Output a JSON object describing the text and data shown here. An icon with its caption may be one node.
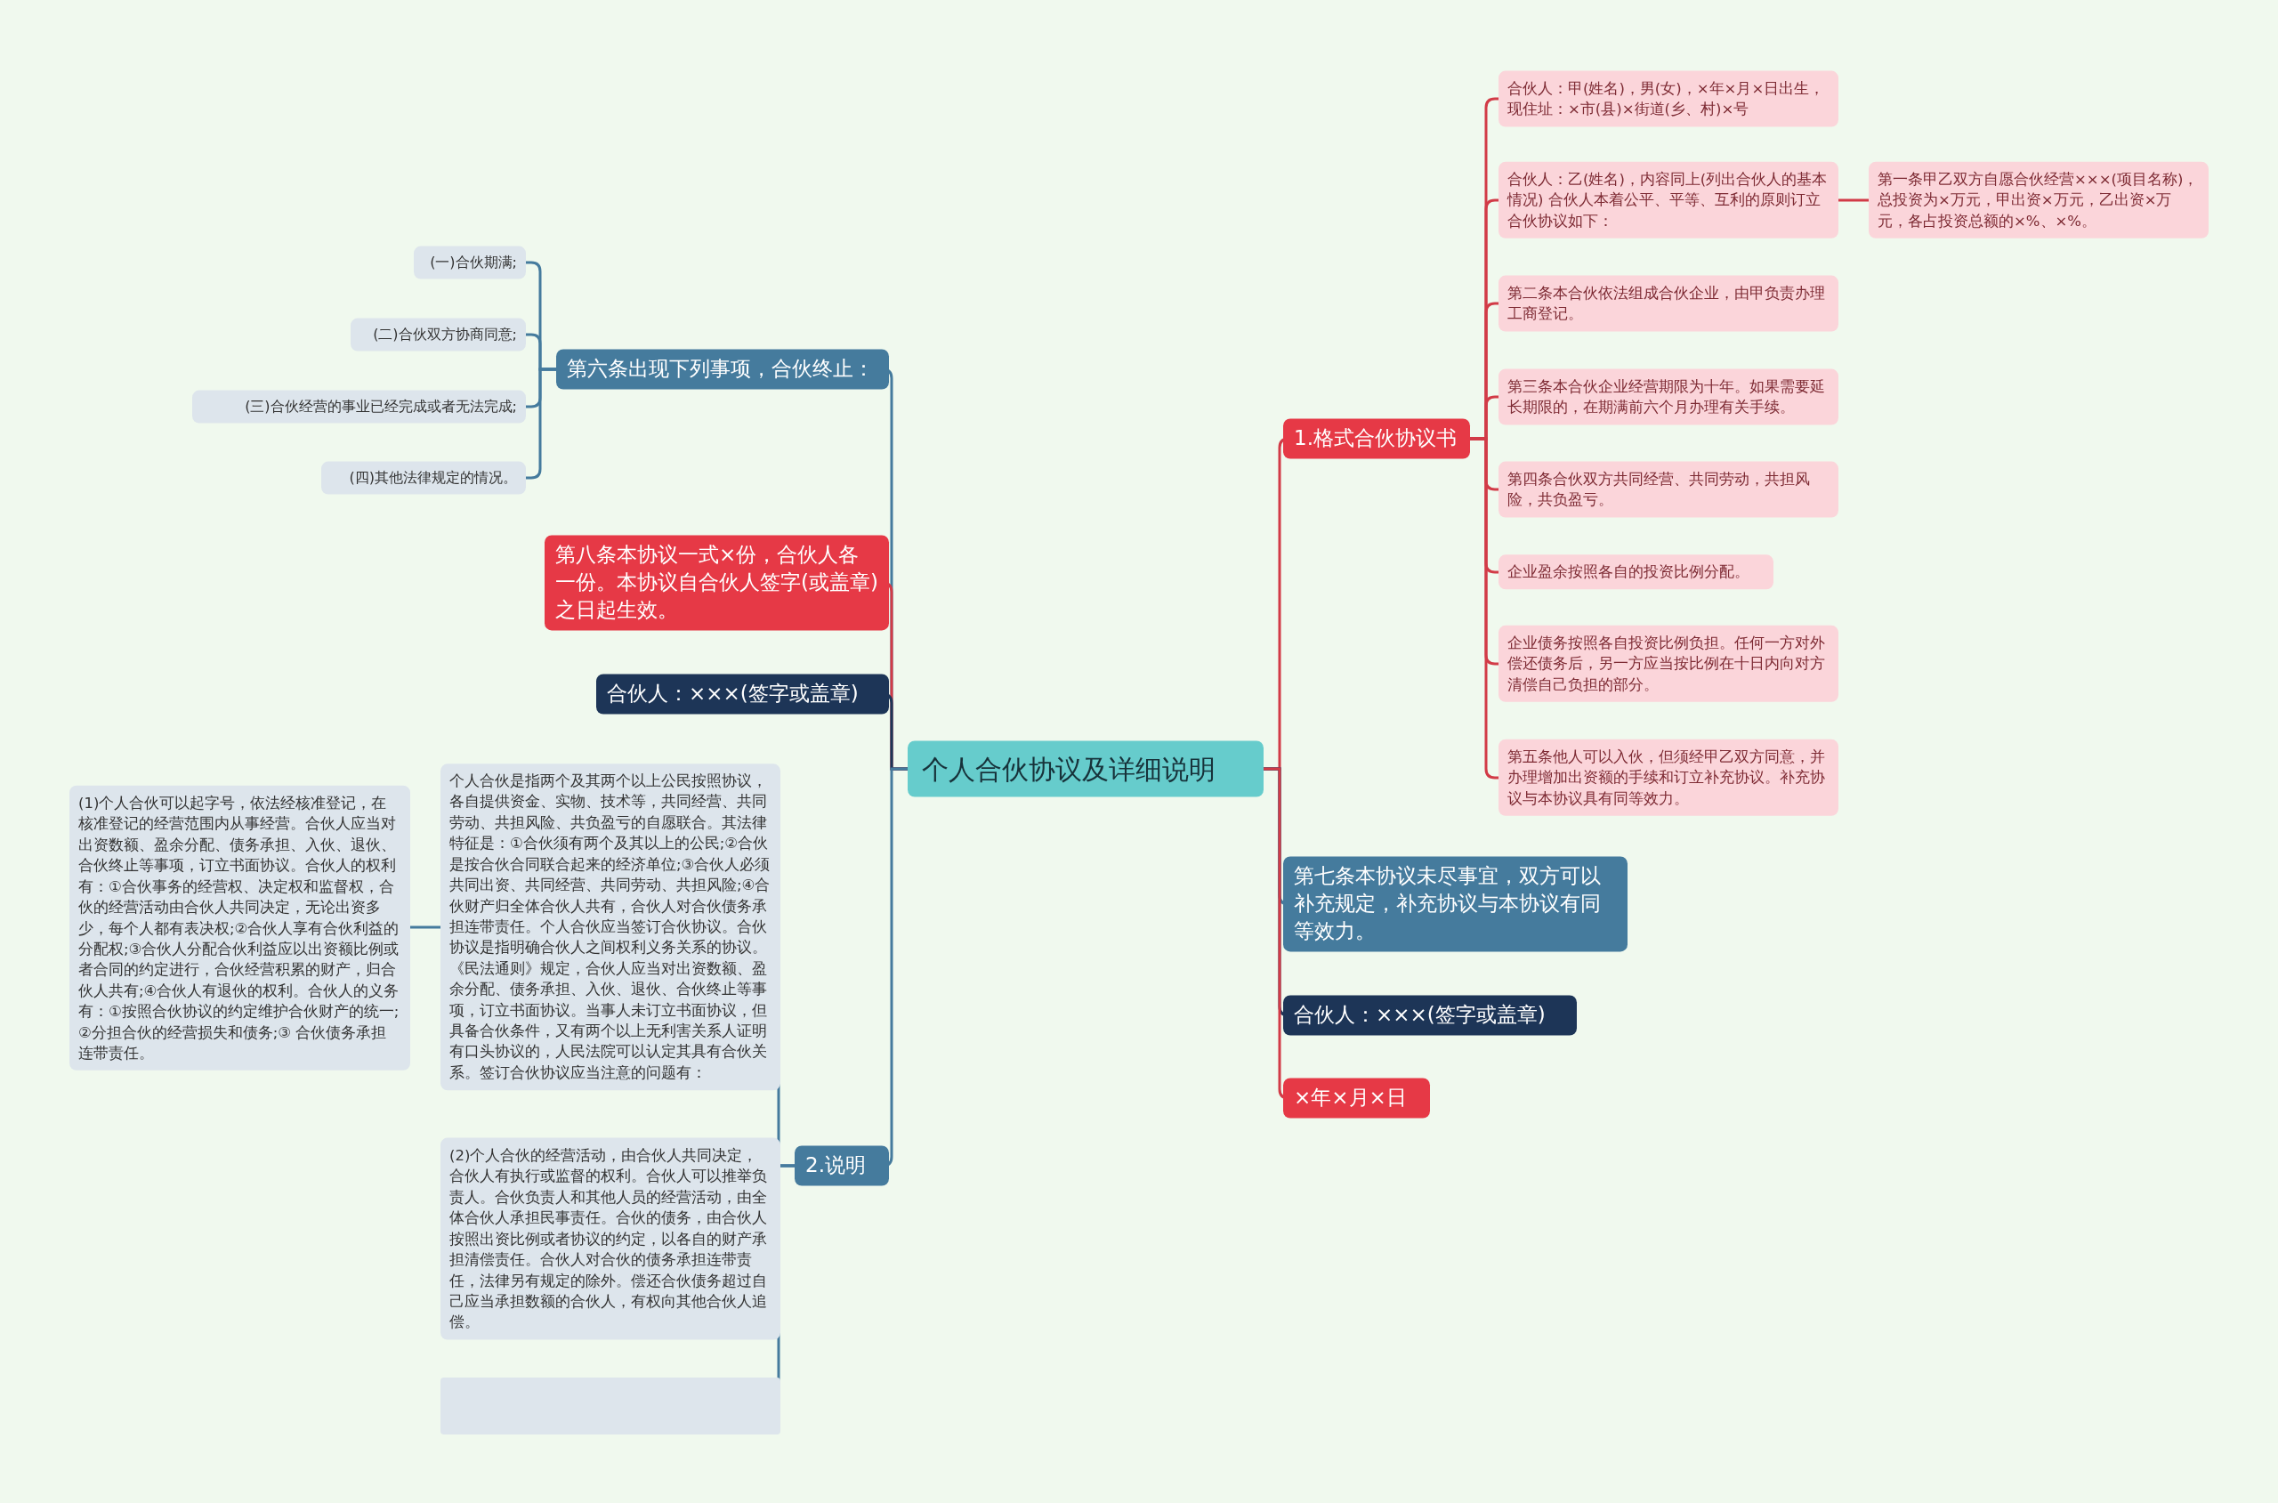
{
  "diagram": {
    "nodes": [
      {
        "text": [
          "个人合伙协议及详细说明"
        ]
      },
      {
        "text": [
          "第六条出现下列事项，合伙终止："
        ]
      },
      {
        "text": [
          "(一)合伙期满;"
        ]
      },
      {
        "text": [
          "(二)合伙双方协商同意;"
        ]
      },
      {
        "text": [
          "(三)合伙经营的事业已经完成或者无法完成;"
        ]
      },
      {
        "text": [
          "(四)其他法律规定的情况。"
        ]
      },
      {
        "text": [
          "第八条本协议一式×份，合伙人各一份。本协议自合伙人签字(或盖章)之日起生效。"
        ]
      },
      {
        "text": [
          "合伙人：×××(签字或盖章)"
        ]
      },
      {
        "text": [
          "2.说明"
        ]
      },
      {
        "text": [
          "个人合伙是指两个及其两个以上公民按照协议，各自提供资金、实物、技术等，共同经营、共同劳动、共担风险、共负盈亏的自愿联合。其法律特征是：①合伙须有两个及其以上的公民;②合伙是按合伙合同联合起来的经济单位;③合伙人必须共同出资、共同经营、共同劳动、共担风险;④合伙财产归全体合伙人共有，合伙人对合伙债务承担连带责任。个人合伙应当签订合伙协议。合伙协议是指明确合伙人之间权利义务关系的协议。《民法通则》规定，合伙人应当对出资数额、盈余分配、债务承担、入伙、退伙、合伙终止等事项，订立书面协议。当事人未订立书面协议，但具备合伙条件，又有两个以上无利害关系人证明有口头协议的，人民法院可以认定其具有合伙关系。签订合伙协议应当注意的问题有："
        ]
      },
      {
        "text": [
          "(1)个人合伙可以起字号，依法经核准登记，在核准登记的经营范围内从事经营。合伙人应当对出资数额、盈余分配、债务承担、入伙、退伙、合伙终止等事项，订立书面协议。合伙人的权利有：①合伙事务的经营权、决定权和监督权，合伙的经营活动由合伙人共同决定，无论出资多少，每个人都有表决权;②合伙人享有合伙利益的分配权;③合伙人分配合伙利益应以出资额比例或者合同的约定进行，合伙经营积累的财产，归合伙人共有;④合伙人有退伙的权利。合伙人的义务有：①按照合伙协议的约定维护合伙财产的统一;②分担合伙的经营损失和债务;③ 合伙债务承担连带责任。"
        ]
      },
      {
        "text": [
          "(2)个人合伙的经营活动，由合伙人共同决定，合伙人有执行或监督的权利。合伙人可以推举负责人。合伙负责人和其他人员的经营活动，由全体合伙人承担民事责任。合伙的债务，由合伙人按照出资比例或者协议的约定，以各自的财产承担清偿责任。合伙人对合伙的债务承担连带责任，法律另有规定的除外。偿还合伙债务超过自己应当承担数额的合伙人，有权向其他合伙人追偿。"
        ]
      },
      {
        "text": [],
        "shape": "box"
      },
      {
        "text": [
          "1.格式合伙协议书"
        ]
      },
      {
        "text": [
          "合伙人：甲(姓名)，男(女)，×年×月×日出生，现住址：×市(县)×街道(乡、村)×号"
        ]
      },
      {
        "text": [
          "合伙人：乙(姓名)，内容同上(列出合伙人的基本情况) 合伙人本着公平、平等、互利的原则订立合伙协议如下："
        ]
      },
      {
        "text": [
          "第一条甲乙双方自愿合伙经营×××(项目名称)，总投资为×万元，甲出资×万元，乙出资×万元，各占投资总额的×%、×%。"
        ]
      },
      {
        "text": [
          "第二条本合伙依法组成合伙企业，由甲负责办理工商登记。"
        ]
      },
      {
        "text": [
          "第三条本合伙企业经营期限为十年。如果需要延长期限的，在期满前六个月办理有关手续。"
        ]
      },
      {
        "text": [
          "第四条合伙双方共同经营、共同劳动，共担风险，共负盈亏。"
        ]
      },
      {
        "text": [
          "企业盈余按照各自的投资比例分配。"
        ]
      },
      {
        "text": [
          "企业债务按照各自投资比例负担。任何一方对外偿还债务后，另一方应当按比例在十日内向对方清偿自己负担的部分。"
        ]
      },
      {
        "text": [
          "第五条他人可以入伙，但须经甲乙双方同意，并办理增加出资额的手续和订立补充协议。补充协议与本协议具有同等效力。"
        ]
      },
      {
        "text": [
          "第七条本协议未尽事宜，双方可以补充规定，补充协议与本协议有同等效力。"
        ]
      },
      {
        "text": [
          "合伙人：×××(签字或盖章)"
        ]
      },
      {
        "text": [
          "×年×月×日"
        ]
      }
    ],
    "edges": [
      {
        "from": 0,
        "to": 1,
        "arrow": "none",
        "color": "#457b9d"
      },
      {
        "from": 1,
        "to": 2,
        "arrow": "none",
        "color": "#457b9d"
      },
      {
        "from": 1,
        "to": 3,
        "arrow": "none",
        "color": "#457b9d"
      },
      {
        "from": 1,
        "to": 4,
        "arrow": "none",
        "color": "#457b9d"
      },
      {
        "from": 1,
        "to": 5,
        "arrow": "none",
        "color": "#457b9d"
      },
      {
        "from": 0,
        "to": 6,
        "arrow": "none"
      },
      {
        "from": 0,
        "to": 7,
        "arrow": "none",
        "color": "#1d3557"
      },
      {
        "from": 0,
        "to": 8,
        "arrow": "none",
        "color": "#457b9d"
      },
      {
        "from": 8,
        "to": 9,
        "arrow": "none",
        "color": "#457b9d"
      },
      {
        "from": 9,
        "to": 10,
        "arrow": "none",
        "color": "#457b9d"
      },
      {
        "from": 8,
        "to": 11,
        "arrow": "none",
        "color": "#457b9d"
      },
      {
        "from": 8,
        "to": 12,
        "arrow": "none",
        "color": "#457b9d"
      },
      {
        "from": 0,
        "to": 13,
        "arrow": "none"
      },
      {
        "from": 13,
        "to": 14,
        "arrow": "none"
      },
      {
        "from": 13,
        "to": 15,
        "arrow": "none"
      },
      {
        "from": 13,
        "to": 17,
        "arrow": "none"
      },
      {
        "from": 13,
        "to": 18,
        "arrow": "none"
      },
      {
        "from": 13,
        "to": 19,
        "arrow": "none"
      },
      {
        "from": 13,
        "to": 20,
        "arrow": "none"
      },
      {
        "from": 13,
        "to": 21,
        "arrow": "none"
      },
      {
        "from": 13,
        "to": 22,
        "arrow": "none"
      },
      {
        "from": 15,
        "to": 16,
        "arrow": "none"
      },
      {
        "from": 0,
        "to": 23,
        "arrow": "none",
        "color": "#457b9d"
      },
      {
        "from": 0,
        "to": 24,
        "arrow": "none",
        "color": "#1d3557"
      },
      {
        "from": 0,
        "to": 25,
        "arrow": "none"
      }
    ]
  }
}
